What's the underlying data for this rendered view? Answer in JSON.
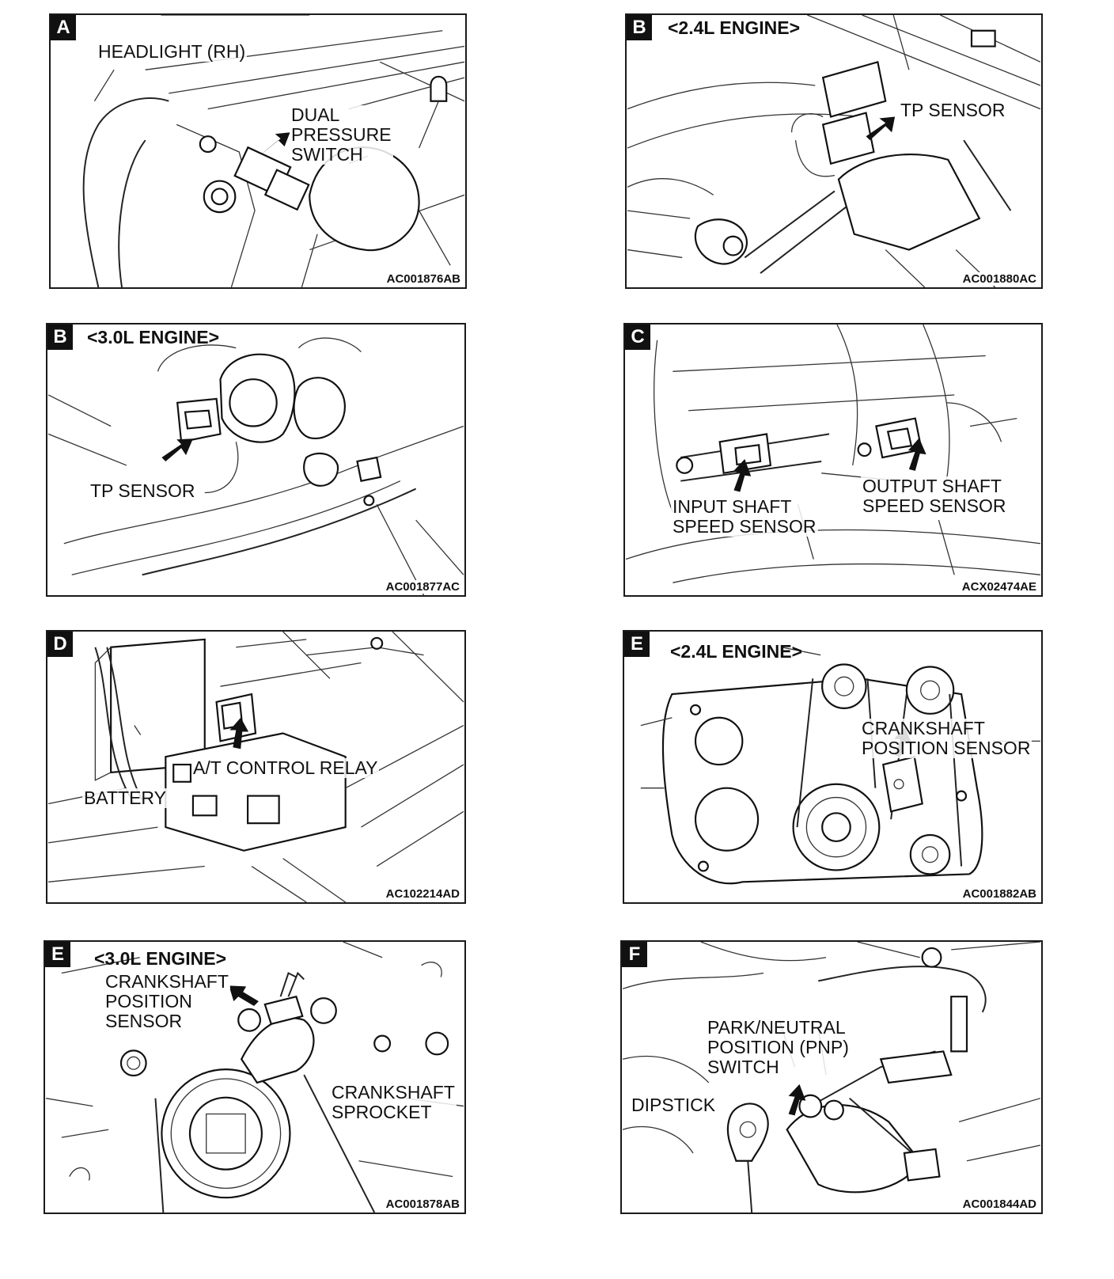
{
  "panels": [
    {
      "letter": "A",
      "subtitle": "",
      "labels": [
        "HEADLIGHT (RH)",
        "DUAL\nPRESSURE\nSWITCH"
      ],
      "code": "AC001876AB"
    },
    {
      "letter": "B",
      "subtitle": "<2.4L ENGINE>",
      "labels": [
        "TP SENSOR"
      ],
      "code": "AC001880AC"
    },
    {
      "letter": "B",
      "subtitle": "<3.0L ENGINE>",
      "labels": [
        "TP SENSOR"
      ],
      "code": "AC001877AC"
    },
    {
      "letter": "C",
      "subtitle": "",
      "labels": [
        "INPUT SHAFT\nSPEED SENSOR",
        "OUTPUT SHAFT\nSPEED SENSOR"
      ],
      "code": "ACX02474AE"
    },
    {
      "letter": "D",
      "subtitle": "",
      "labels": [
        "A/T CONTROL RELAY",
        "BATTERY"
      ],
      "code": "AC102214AD"
    },
    {
      "letter": "E",
      "subtitle": "<2.4L ENGINE>",
      "labels": [
        "CRANKSHAFT\nPOSITION SENSOR"
      ],
      "code": "AC001882AB"
    },
    {
      "letter": "E",
      "subtitle": "<3.0L ENGINE>",
      "labels": [
        "CRANKSHAFT\nPOSITION\nSENSOR",
        "CRANKSHAFT\nSPROCKET"
      ],
      "code": "AC001878AB"
    },
    {
      "letter": "F",
      "subtitle": "",
      "labels": [
        "PARK/NEUTRAL\nPOSITION (PNP)\nSWITCH",
        "DIPSTICK"
      ],
      "code": "AC001844AD"
    }
  ]
}
